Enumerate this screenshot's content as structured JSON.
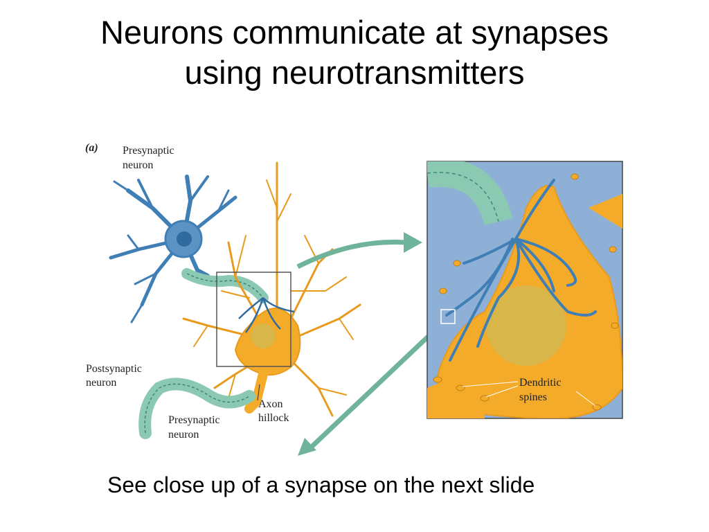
{
  "slide": {
    "title_line1": "Neurons communicate at synapses",
    "title_line2": "using neurotransmitters",
    "caption": "See close up of a synapse on the next slide"
  },
  "figure": {
    "panel_label": "(a)",
    "presynaptic_label": [
      "Presynaptic",
      "neuron"
    ],
    "postsynaptic_label": [
      "Postsynaptic",
      "neuron"
    ],
    "presynaptic_lower_label": [
      "Presynaptic",
      "neuron"
    ],
    "axon_hillock_label": [
      "Axon",
      "hillock"
    ],
    "dendritic_spines_label": [
      "Dendritic",
      "spines"
    ],
    "colors": {
      "presynaptic_neuron": "#3f7fb5",
      "postsynaptic_neuron": "#f5ab2a",
      "myelin": "#8cc9b3",
      "zoom_background": "#8fb0d6",
      "arrow": "#6fb39a"
    }
  }
}
